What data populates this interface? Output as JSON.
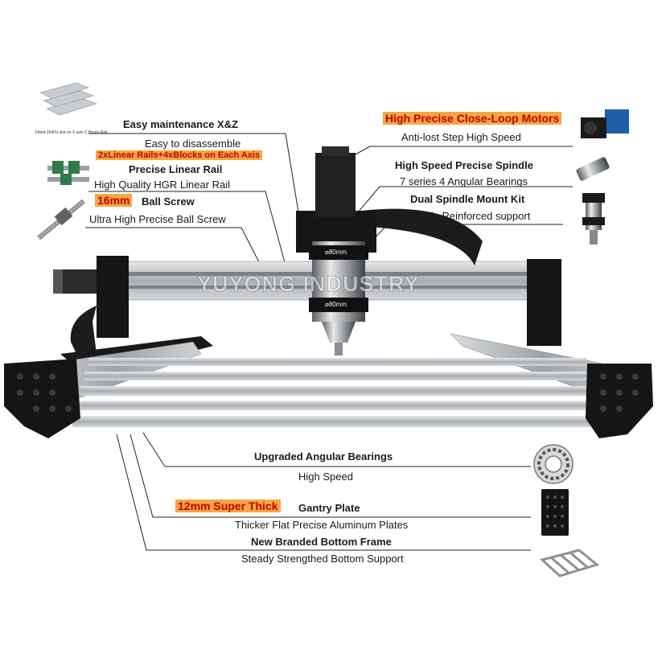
{
  "callouts_top_left": [
    {
      "title": "Easy maintenance X&Z",
      "desc": "Easy to disassemble"
    },
    {
      "tag": "2xLinear Rails+4xBlocks on Each Axis",
      "title": "Precise Linear Rail",
      "desc": "High Quality HGR Linear Rail"
    },
    {
      "tag": "16mm",
      "title": "Ball Screw",
      "desc": "Ultra High Precise Ball Screw"
    }
  ],
  "callouts_top_right": [
    {
      "tag": "High Precise Close-Loop Motors",
      "desc": "Anti-lost Step High Speed"
    },
    {
      "title": "High Speed Precise Spindle",
      "desc": "7 series 4 Angular Bearings"
    },
    {
      "title": "Dual Spindle Mount Kit",
      "desc": "Stable Reinforced support"
    }
  ],
  "callouts_bottom": [
    {
      "title": "Upgraded Angular Bearings",
      "desc": "High Speed"
    },
    {
      "tag": "12mm Super Thick",
      "title": "Gantry Plate",
      "desc": "Thicker Flat Precise Aluminum Plates"
    },
    {
      "title": "New Branded Bottom Frame",
      "desc": "Steady Strengthed Bottom Support"
    }
  ],
  "rail_caption": "Fitted 2040V-slot on X axis C-Beam Rail",
  "watermark": "YUYONG INDUSTRY",
  "spindle_marks": [
    "⌀80mm",
    "⌀80mm"
  ],
  "colors": {
    "highlight_bg": "#f5a742",
    "highlight_text": "#c40000",
    "frame_black": "#151515",
    "aluminum": "#b9bcc0"
  },
  "icons": [
    "aluminum-rail-icon",
    "linear-rail-block-icon",
    "ball-screw-icon",
    "stepper-motor-icon",
    "spindle-icon",
    "spindle-mount-icon",
    "bearing-icon",
    "gantry-plate-icon",
    "bottom-frame-icon"
  ]
}
